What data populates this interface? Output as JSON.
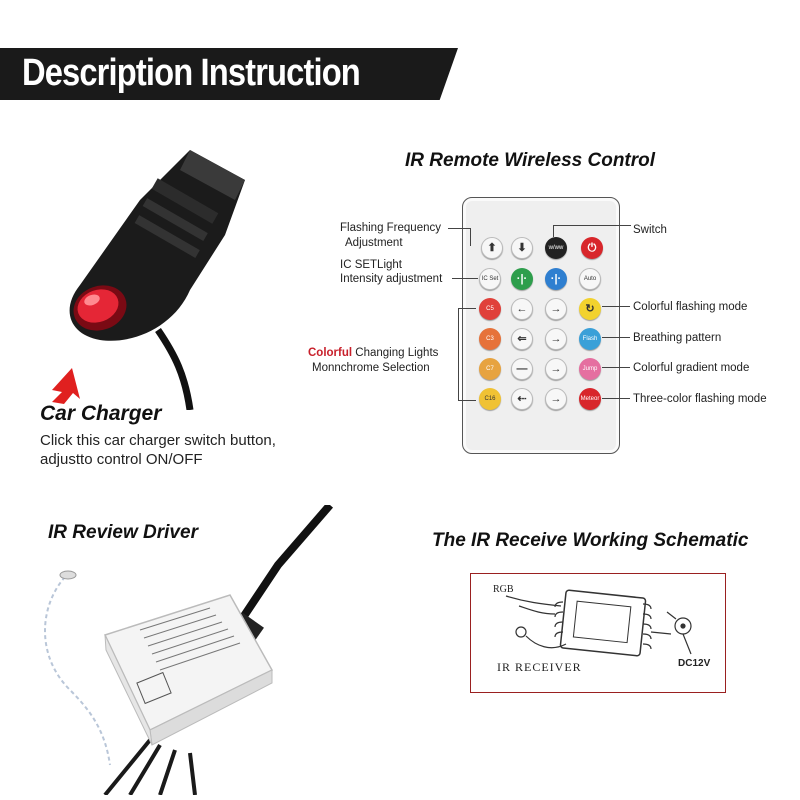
{
  "header": {
    "title": "Description Instruction"
  },
  "charger": {
    "title": "Car Charger",
    "desc_line1": "Click this car charger switch button,",
    "desc_line2": "adjustto control ON/OFF"
  },
  "remote": {
    "title": "IR Remote Wireless Control",
    "labels": {
      "flash_freq_1": "Flashing Frequency",
      "flash_freq_2": "Adjustment",
      "ic_set_1": "IC SETLight",
      "ic_set_2": "Intensity adjustment",
      "colorful_word": "Colorful",
      "changing": " Changing Lights",
      "monochrome": "Monnchrome Selection",
      "switch": "Switch",
      "colorful_flashing": "Colorful flashing mode",
      "breathing": "Breathing pattern",
      "gradient": "Colorful gradient mode",
      "three_color": "Three-color flashing mode"
    },
    "keys": {
      "ic_set": "IC Set",
      "auto": "Auto",
      "c5": "C5",
      "c3": "C3",
      "c7": "C7",
      "c16": "C16",
      "flash": "Flash",
      "jump": "Jump",
      "meteor": "Meteor",
      "speed": "w/ww"
    }
  },
  "driver": {
    "title": "IR Review Driver"
  },
  "schematic": {
    "title": "The IR Receive Working Schematic",
    "rgb": "RGB",
    "receiver": "IR RECEIVER",
    "dc": "DC12V"
  },
  "colors": {
    "banner": "#1a1a1a",
    "accent_red": "#c8202b",
    "green_key": "#2e9e4c",
    "blue_key": "#2f7fd0",
    "yellow_key": "#f2d22e",
    "pink_key": "#e56fa0",
    "orange_key": "#e7a340"
  }
}
